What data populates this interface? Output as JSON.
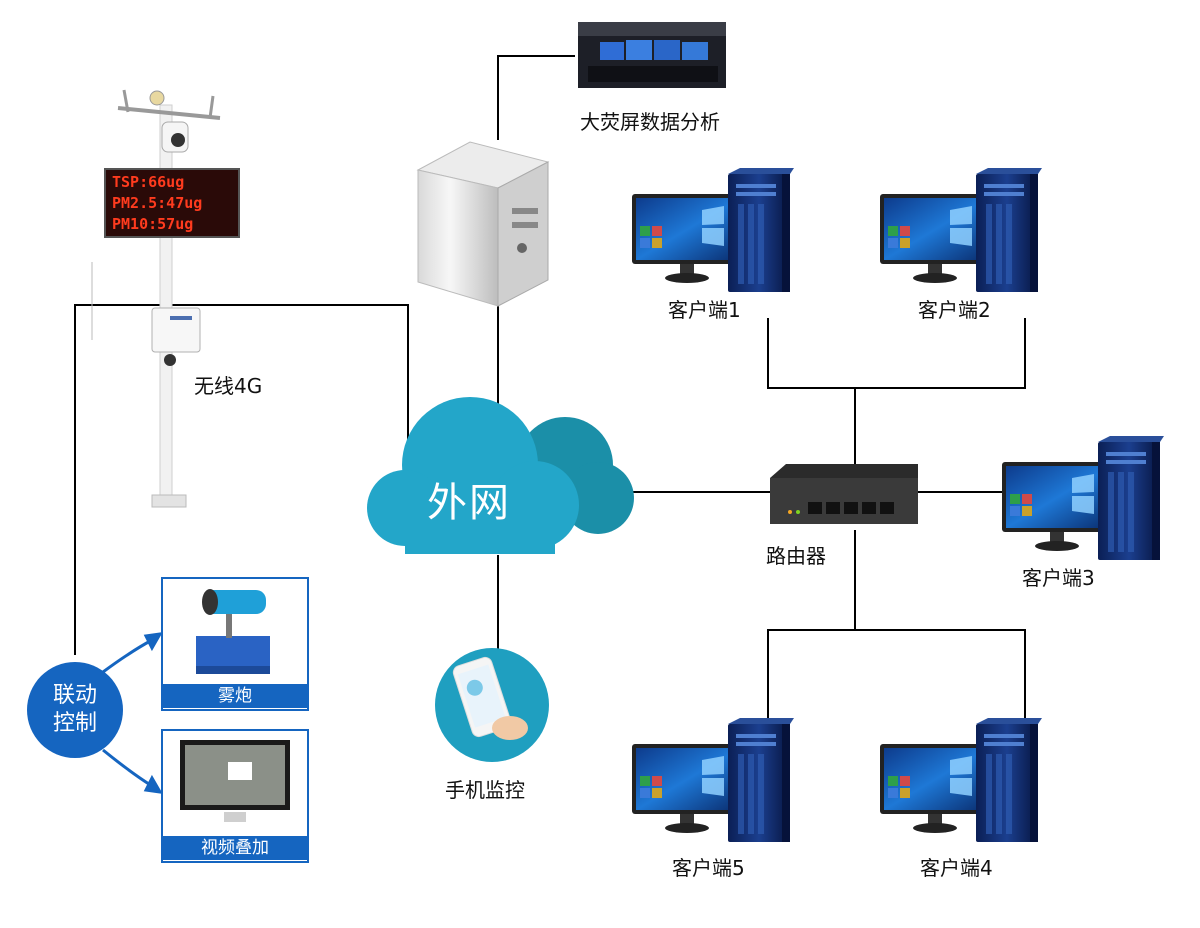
{
  "cloud": {
    "label": "外网"
  },
  "station": {
    "led_lines": [
      "TSP:66ug",
      "PM2.5:47ug",
      "PM10:57ug"
    ],
    "wireless_label": "无线4G"
  },
  "server": {
    "screen_label": "大荧屏数据分析"
  },
  "mobile": {
    "label": "手机监控"
  },
  "router": {
    "label": "路由器"
  },
  "linkage": {
    "label_line1": "联动",
    "label_line2": "控制"
  },
  "devices": {
    "fog_cannon_label": "雾炮",
    "video_overlay_label": "视频叠加"
  },
  "clients": [
    {
      "label": "客户端1"
    },
    {
      "label": "客户端2"
    },
    {
      "label": "客户端3"
    },
    {
      "label": "客户端5"
    },
    {
      "label": "客户端4"
    }
  ],
  "colors": {
    "accent": "#1565c0",
    "cloud": "#23a6c9",
    "cloud_back": "#1b8fa8",
    "line": "#000000"
  }
}
